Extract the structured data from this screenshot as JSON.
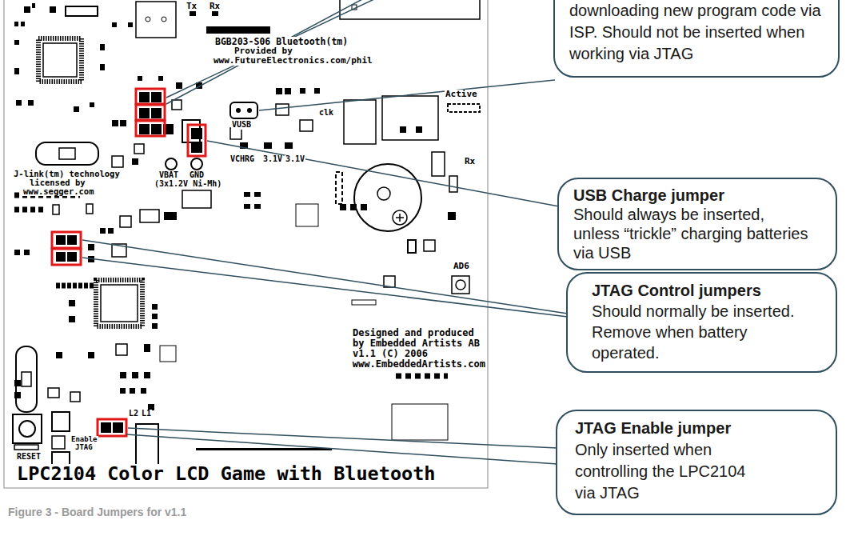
{
  "diagram": {
    "caption": "Figure 3 - Board Jumpers for v1.1",
    "nodes": [
      {
        "text": [
          "downloading new program code via ISP. Should not be inserted when working via JTAG"
        ]
      },
      {
        "text": [
          "USB Charge jumper",
          "Should always be inserted, unless “trickle” charging batteries via USB"
        ]
      },
      {
        "text": [
          "JTAG Control jumpers",
          "Should normally be inserted. Remove when battery operated."
        ]
      },
      {
        "text": [
          "JTAG Enable jumper",
          "Only inserted when controlling the LPC2104 via JTAG"
        ]
      }
    ],
    "labels": [
      "Tx",
      "Rx",
      "BGB203-S06 Bluetooth(tm)",
      "Provided by",
      "www.FutureElectronics.com/phil",
      "VUSB",
      "clk",
      "Active",
      "VCHRG",
      "3.1V",
      "3.1V",
      "J-link(tm) technology",
      "licensed by",
      "www.segger.com",
      "VBAT",
      "GND",
      "(3x1.2V Ni-Mh)",
      "Rx",
      "AD6",
      "Designed and produced",
      "by Embedded Artists AB",
      "v1.1 (C) 2006",
      "www.EmbeddedArtists.com",
      "RESET",
      "Enable",
      "JTAG",
      "L2",
      "L1",
      "LPC2104 Color LCD Game with Bluetooth"
    ]
  }
}
